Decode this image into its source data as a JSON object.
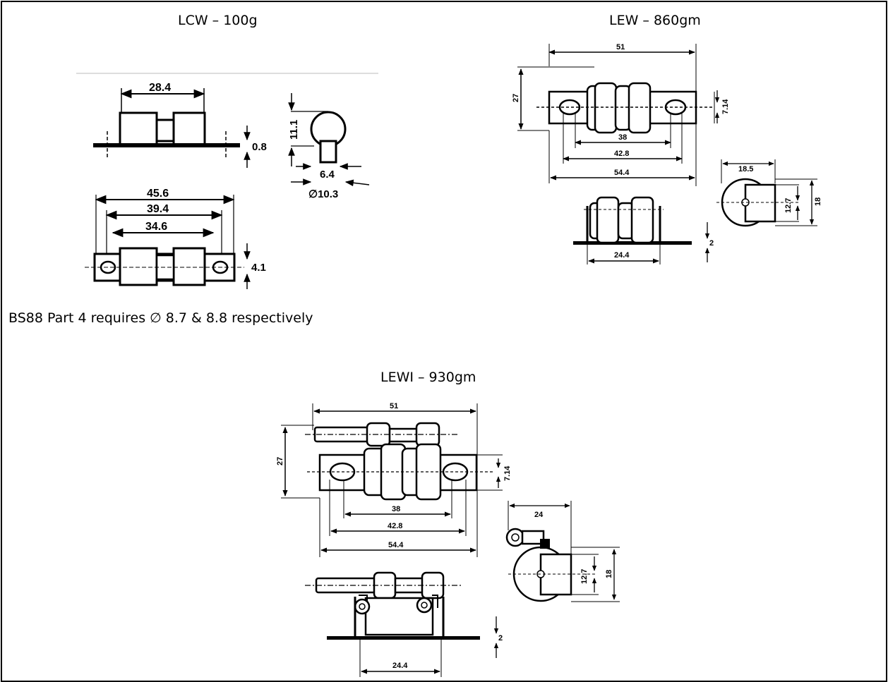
{
  "lcw": {
    "title": "LCW – 100g",
    "dims": {
      "top_width": "28.4",
      "tag_thickness": "0.8",
      "height": "11.1",
      "end_width": "6.4",
      "diameter": "∅10.3",
      "len1": "45.6",
      "len2": "39.4",
      "len3": "34.6",
      "slot": "4.1"
    }
  },
  "lew": {
    "title": "LEW – 860gm",
    "dims": {
      "top": "51",
      "height": "27",
      "slot": "7.14",
      "inner": "38",
      "mid": "42.8",
      "overall": "54.4",
      "side_width": "18.5",
      "inner_h": "12.7",
      "outer_h": "18",
      "thickness": "2",
      "foot": "24.4"
    }
  },
  "lewi": {
    "title": "LEWI – 930gm",
    "dims": {
      "top": "51",
      "height": "27",
      "slot": "7.14",
      "inner": "38",
      "mid": "42.8",
      "overall": "54.4",
      "side_width": "24",
      "inner_h": "12.7",
      "outer_h": "18",
      "thickness": "2",
      "foot": "24.4"
    }
  },
  "note": "BS88 Part 4 requires ∅ 8.7 & 8.8 respectively"
}
